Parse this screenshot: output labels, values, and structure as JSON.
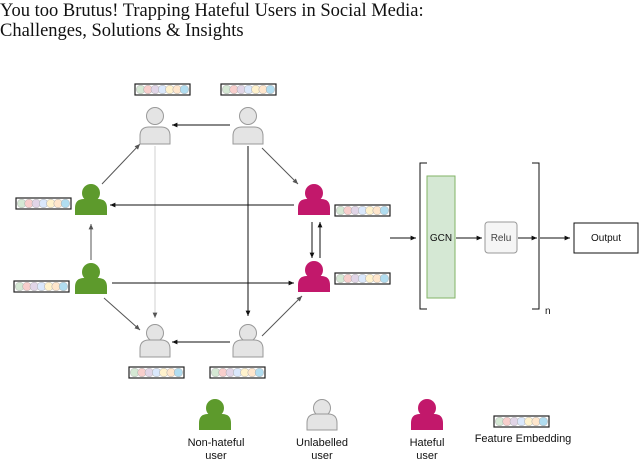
{
  "title": {
    "line1": "You too Brutus! Trapping Hateful Users in Social Media:",
    "line2": "Challenges, Solutions & Insights"
  },
  "colors": {
    "non_hateful": "#5d9a2c",
    "unlabelled": "#e4e4e4",
    "hateful": "#c2186b",
    "gcn_fill": "#d5e8d4",
    "gcn_stroke": "#82b366",
    "embedding_cells": [
      "#d5e8d4",
      "#f8cecc",
      "#e1d5e7",
      "#dae8fc",
      "#fff2cc",
      "#ffe6cc",
      "#b1ddf0"
    ]
  },
  "pipeline": {
    "gcn_label": "GCN",
    "relu_label": "Relu",
    "output_label": "Output",
    "repeat_label": "n"
  },
  "legend": {
    "non_hateful_line1": "Non-hateful",
    "non_hateful_line2": "user",
    "unlabelled_line1": "Unlabelled",
    "unlabelled_line2": "user",
    "hateful_line1": "Hateful",
    "hateful_line2": "user",
    "embedding": "Feature Embedding"
  }
}
